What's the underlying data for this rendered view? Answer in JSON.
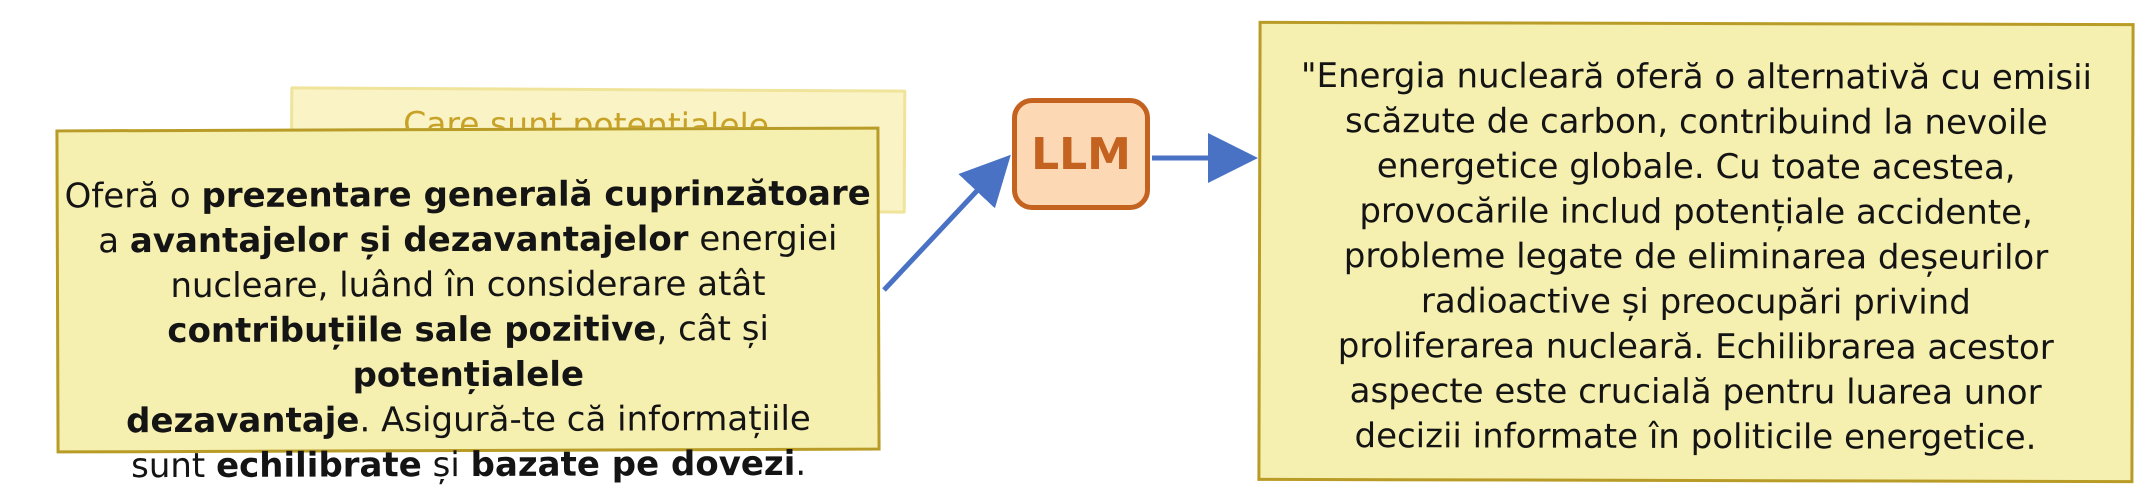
{
  "back_note_text": "Care sunt potențialele",
  "prompt_segments": [
    {
      "t": "Oferă o "
    },
    {
      "t": "prezentare generală cuprinzătoare",
      "b": true
    },
    {
      "br": true
    },
    {
      "t": "a "
    },
    {
      "t": "avantajelor și dezavantajelor",
      "b": true
    },
    {
      "t": " energiei"
    },
    {
      "br": true
    },
    {
      "t": "nucleare, luând în considerare atât"
    },
    {
      "br": true
    },
    {
      "t": "contribuțiile sale pozitive",
      "b": true
    },
    {
      "t": ", cât și "
    },
    {
      "t": "potențialele",
      "b": true
    },
    {
      "br": true
    },
    {
      "t": "dezavantaje",
      "b": true
    },
    {
      "t": ". Asigură-te că informațiile"
    },
    {
      "br": true
    },
    {
      "t": "sunt "
    },
    {
      "t": "echilibrate",
      "b": true
    },
    {
      "t": " și "
    },
    {
      "t": "bazate pe dovezi",
      "b": true
    },
    {
      "t": "."
    }
  ],
  "llm_label": "LLM",
  "response_lines": [
    "\"Energia nucleară oferă o alternativă cu emisii",
    "scăzute de carbon, contribuind la nevoile",
    "energetice globale. Cu toate acestea,",
    "provocările includ potențiale accidente,",
    "probleme legate de eliminarea deșeurilor",
    "radioactive și preocupări privind",
    "proliferarea nucleară. Echilibrarea acestor",
    "aspecte este crucială pentru luarea unor",
    "decizii informate în politicile energetice."
  ],
  "colors": {
    "note_fill": "#f5efb0",
    "note_border": "#b99c28",
    "llm_fill": "#fcd9b4",
    "llm_stroke": "#c4621f",
    "arrow": "#4a72c4"
  }
}
